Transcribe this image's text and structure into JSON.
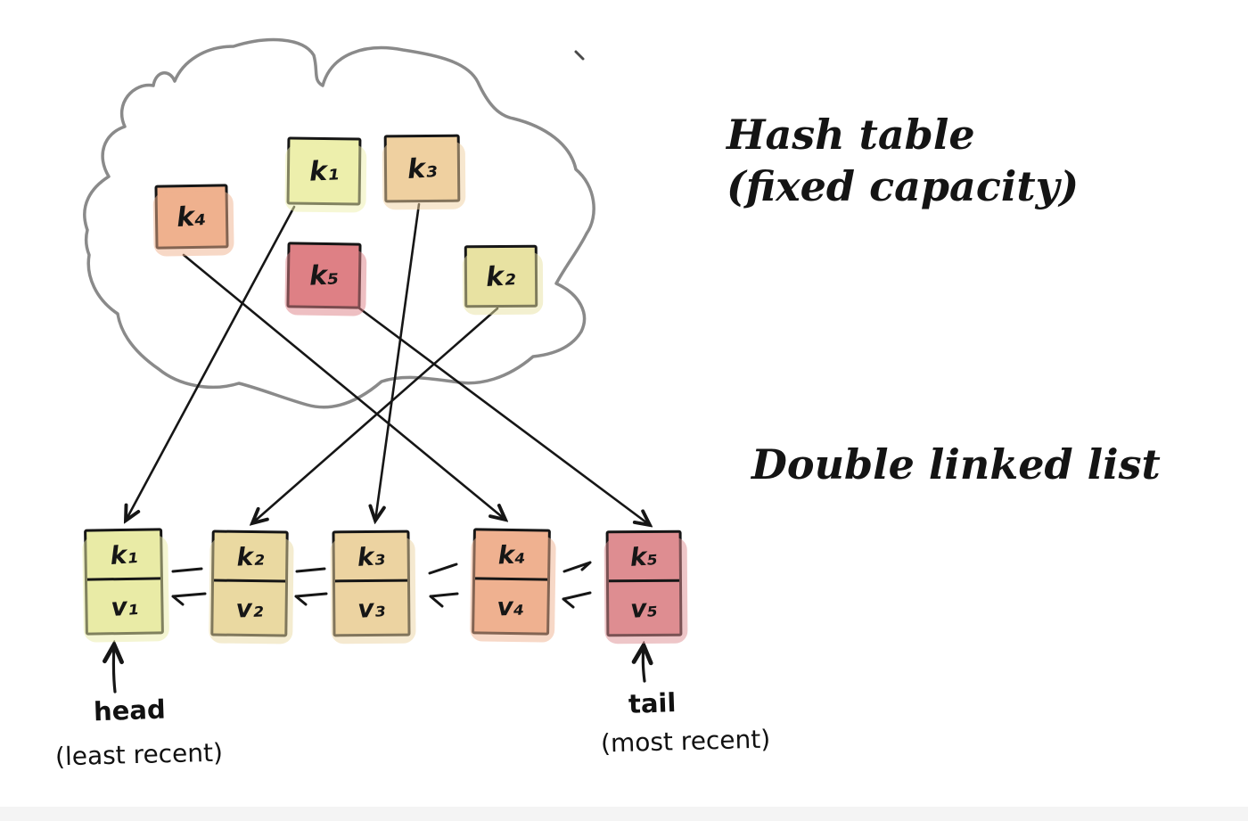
{
  "diagram": {
    "hash_table_title_line1": "Hash table",
    "hash_table_title_line2": "(fixed capacity)",
    "linked_list_title": "Double linked list",
    "hash_table_keys": [
      {
        "label": "k₄",
        "color": "#efb18e"
      },
      {
        "label": "k₁",
        "color": "#edefac"
      },
      {
        "label": "k₃",
        "color": "#efd0a0"
      },
      {
        "label": "k₅",
        "color": "#de8085"
      },
      {
        "label": "k₂",
        "color": "#e8e2a2"
      }
    ],
    "list_nodes": [
      {
        "key": "k₁",
        "value": "v₁",
        "color": "#e9eba6"
      },
      {
        "key": "k₂",
        "value": "v₂",
        "color": "#ead9a1"
      },
      {
        "key": "k₃",
        "value": "v₃",
        "color": "#ecd3a1"
      },
      {
        "key": "k₄",
        "value": "v₄",
        "color": "#efb190"
      },
      {
        "key": "k₅",
        "value": "v₅",
        "color": "#de8d91"
      }
    ],
    "connections": [
      {
        "from": "k₁",
        "to": "node1"
      },
      {
        "from": "k₂",
        "to": "node2"
      },
      {
        "from": "k₃",
        "to": "node3"
      },
      {
        "from": "k₄",
        "to": "node4"
      },
      {
        "from": "k₅",
        "to": "node5"
      }
    ],
    "head_label": "head",
    "head_note": "(least recent)",
    "tail_label": "tail",
    "tail_note": "(most recent)",
    "ink_color": "#161616",
    "cloud_color": "#8a8a8a"
  }
}
